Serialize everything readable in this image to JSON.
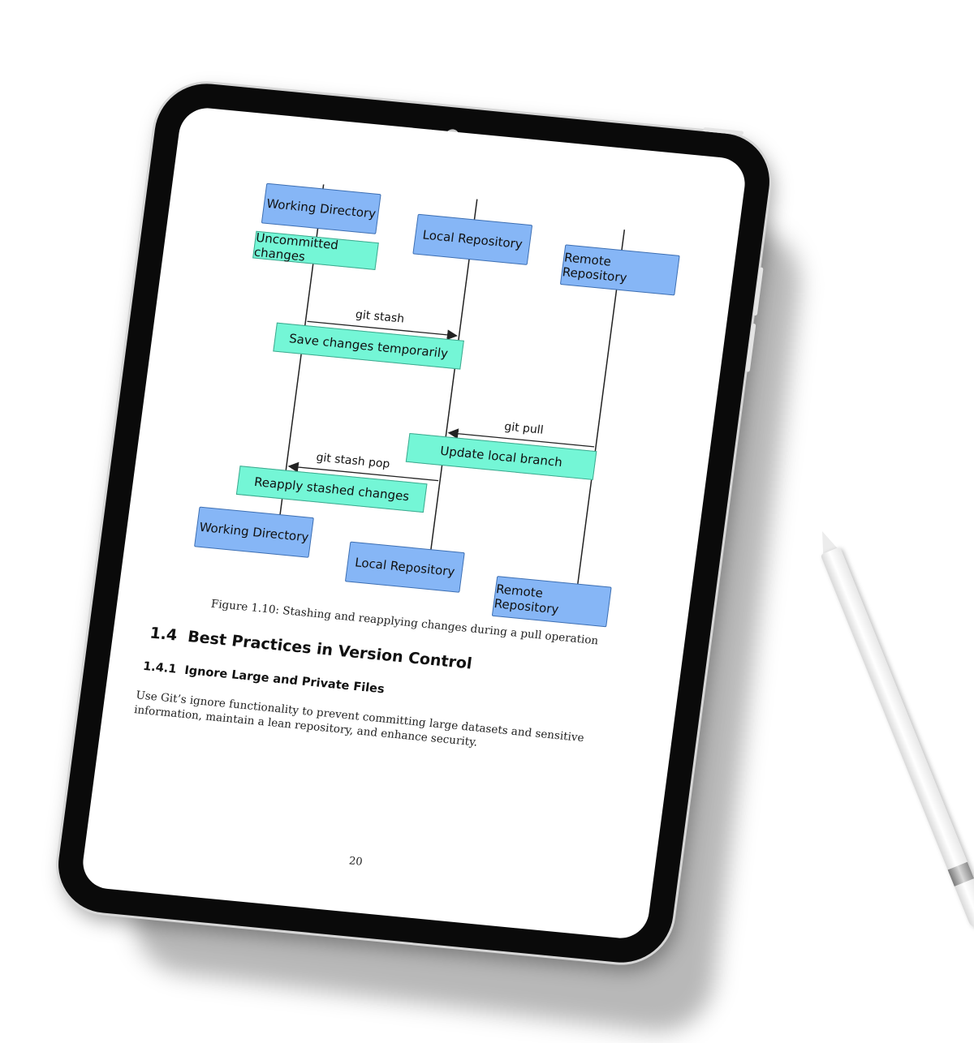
{
  "diagram": {
    "actors_top": [
      "Working Directory",
      "Local Repository",
      "Remote Repository"
    ],
    "actors_bottom": [
      "Working Directory",
      "Local Repository",
      "Remote Repository"
    ],
    "notes": {
      "uncommitted": "Uncommitted changes",
      "save": "Save changes temporarily",
      "update": "Update local branch",
      "reapply": "Reapply stashed changes"
    },
    "messages": {
      "stash": "git stash",
      "pull": "git pull",
      "pop": "git stash pop"
    },
    "colors": {
      "actor": "#86b6f6",
      "note": "#74f6d6"
    }
  },
  "caption": "Figure 1.10: Stashing and reapplying changes during a pull operation",
  "section": {
    "number": "1.4",
    "title": "Best Practices in Version Control"
  },
  "subsection": {
    "number": "1.4.1",
    "title": "Ignore Large and Private Files"
  },
  "paragraph": "Use Git’s ignore functionality to prevent committing large datasets and sensitive information, maintain a lean repository, and enhance security.",
  "page_number": "20"
}
